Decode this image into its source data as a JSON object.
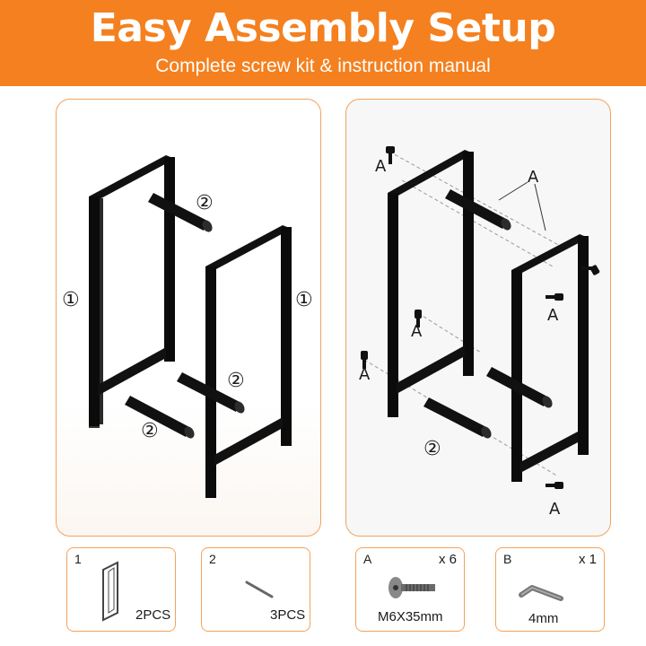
{
  "header": {
    "title": "Easy Assembly Setup",
    "subtitle": "Complete screw kit & instruction manual"
  },
  "colors": {
    "accent": "#f4801f",
    "border": "#f5a25a",
    "metal": "#111111"
  },
  "left_panel": {
    "labels": [
      "①",
      "①",
      "②",
      "②",
      "②"
    ]
  },
  "right_panel": {
    "screw_labels": [
      "A",
      "A",
      "A",
      "A",
      "A",
      "A"
    ],
    "rod_label": "②"
  },
  "parts": [
    {
      "id": "1",
      "quantity": "2PCS",
      "icon": "frame-icon"
    },
    {
      "id": "2",
      "quantity": "3PCS",
      "icon": "rod-icon"
    },
    {
      "id": "A",
      "count": "x 6",
      "spec": "M6X35mm",
      "icon": "screw-icon"
    },
    {
      "id": "B",
      "count": "x 1",
      "spec": "4mm",
      "icon": "hex-key-icon"
    }
  ]
}
